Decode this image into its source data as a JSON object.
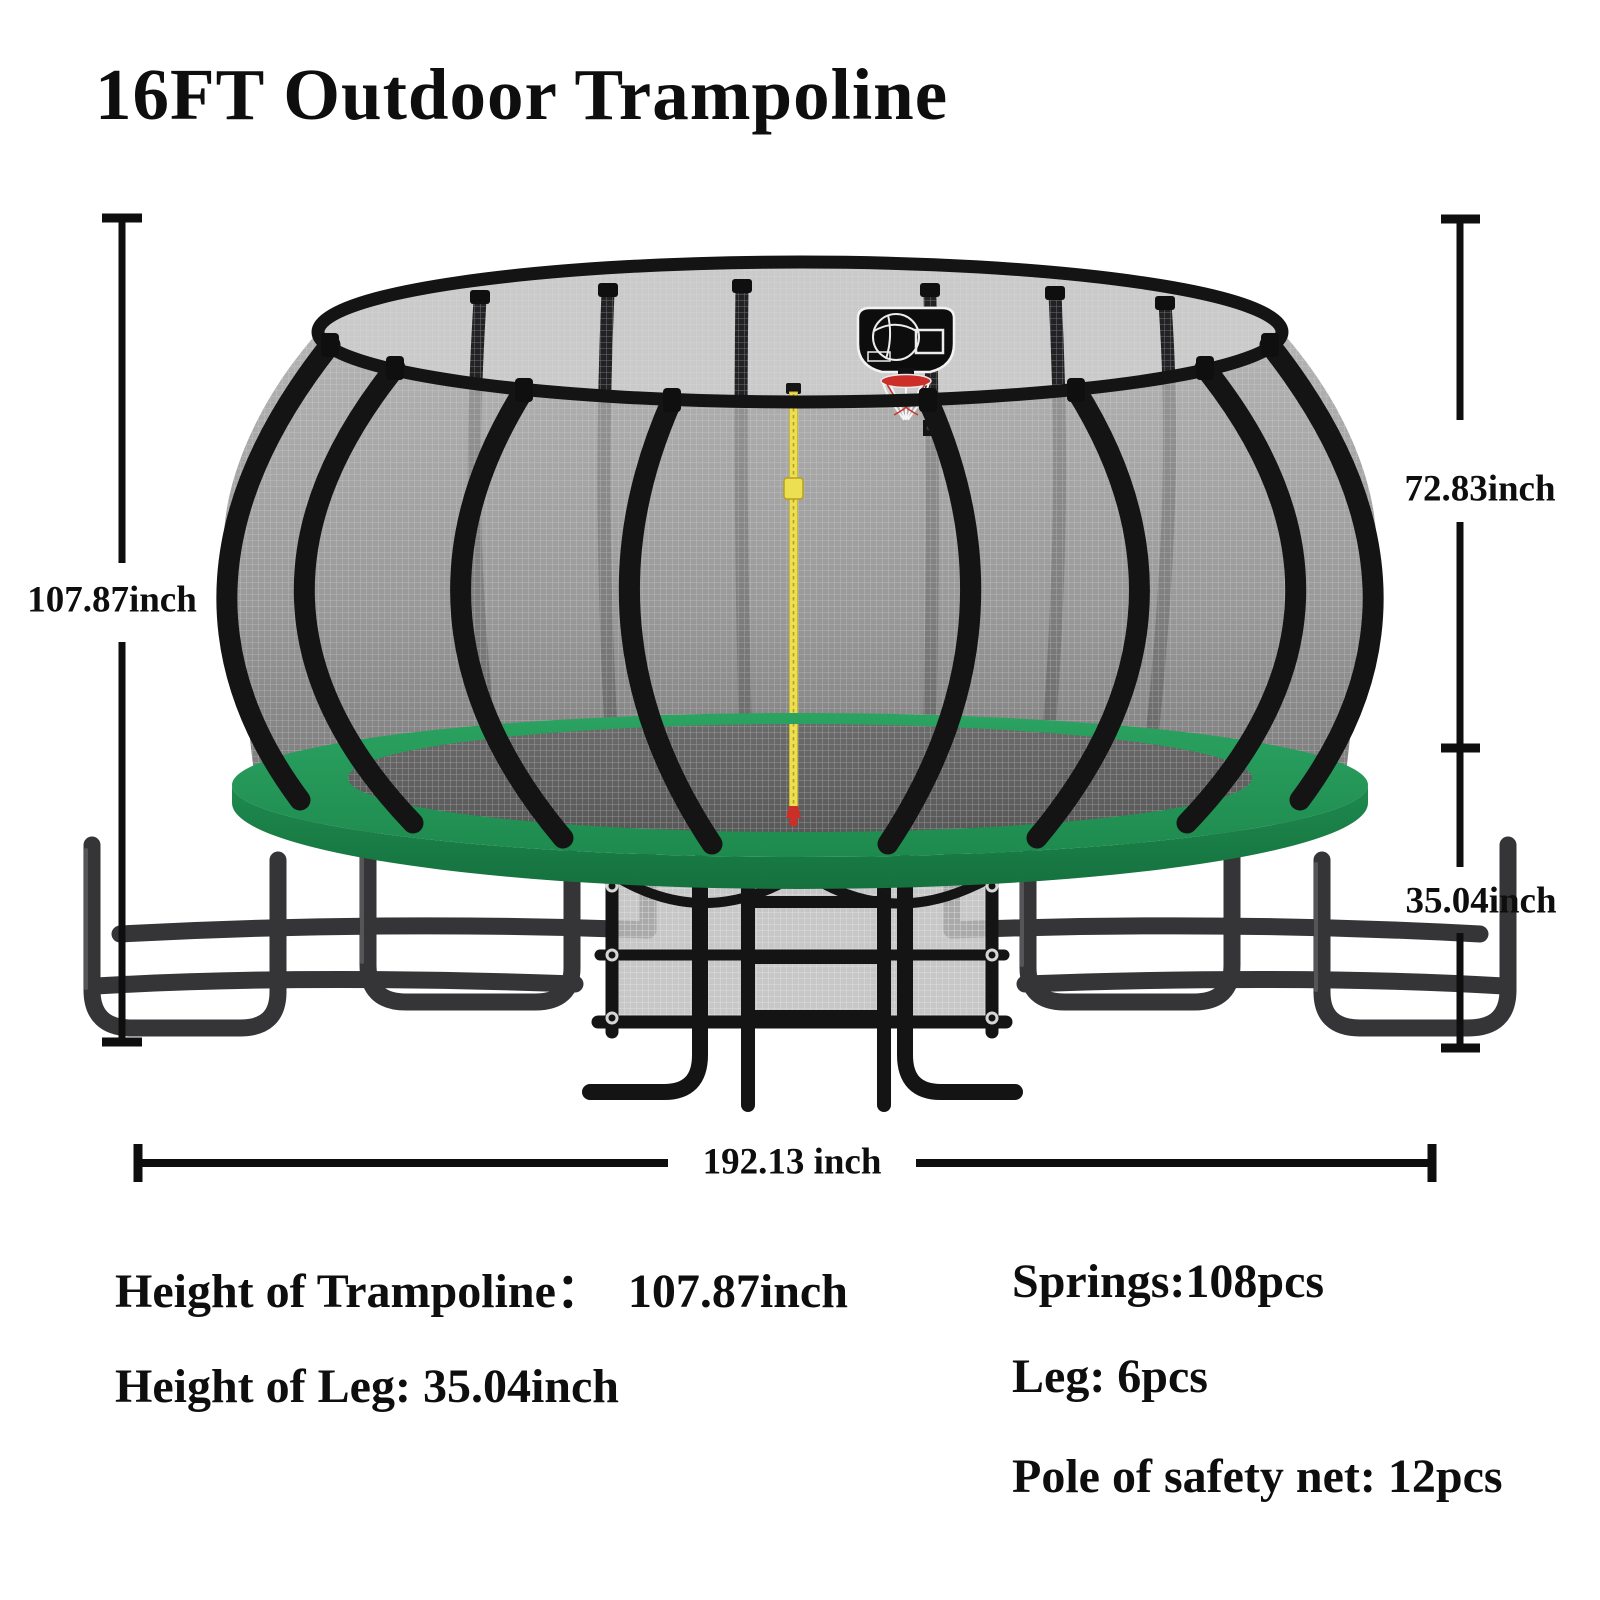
{
  "title": "16FT Outdoor Trampoline",
  "dimension_labels": {
    "total_height": "107.87inch",
    "net_height": "72.83inch",
    "leg_height": "35.04inch",
    "diameter": "192.13 inch"
  },
  "specs": {
    "height_of_trampoline": "Height of Trampoline：  107.87inch",
    "height_of_leg": "Height of Leg: 35.04inch",
    "springs": "Springs:108pcs",
    "legs": "Leg: 6pcs",
    "poles": "Pole of safety net: 12pcs"
  },
  "colors": {
    "pad_green": "#2ba361",
    "pad_green_dark": "#1e8a4e",
    "pad_green_deep": "#15713e",
    "frame_black": "#141414",
    "leg_gray": "#353538",
    "leg_gray_light": "#5a5a5e",
    "net_gray": "#9e9e9e",
    "net_gray_dark": "#6e6e6e",
    "net_gray_light": "#c6c6c6",
    "zipper_yellow": "#ecdf52",
    "zipper_yellow_dark": "#b9a31f",
    "rim_red": "#cb2f27",
    "hook_silver": "#d6d6d6",
    "text_black": "#0e0e0e"
  }
}
